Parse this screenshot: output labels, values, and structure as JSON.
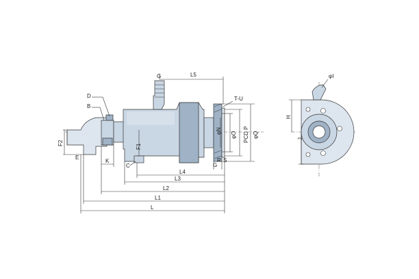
{
  "labels": {
    "G": "G",
    "L5": "L5",
    "D": "D",
    "B": "B",
    "T_U": "T-U",
    "F2": "F2",
    "F1": "F1",
    "phiN": "φN",
    "phiO": "φO",
    "PCD_P": "PCD P",
    "phiQ": "φQ",
    "E": "E",
    "K": "K",
    "C": "C",
    "G2": "G",
    "R": "R",
    "S": "S",
    "L4": "L4",
    "L3": "L3",
    "L2": "L2",
    "L1": "L1",
    "L": "L",
    "phiI": "φI",
    "H": "H",
    "J": "J"
  }
}
